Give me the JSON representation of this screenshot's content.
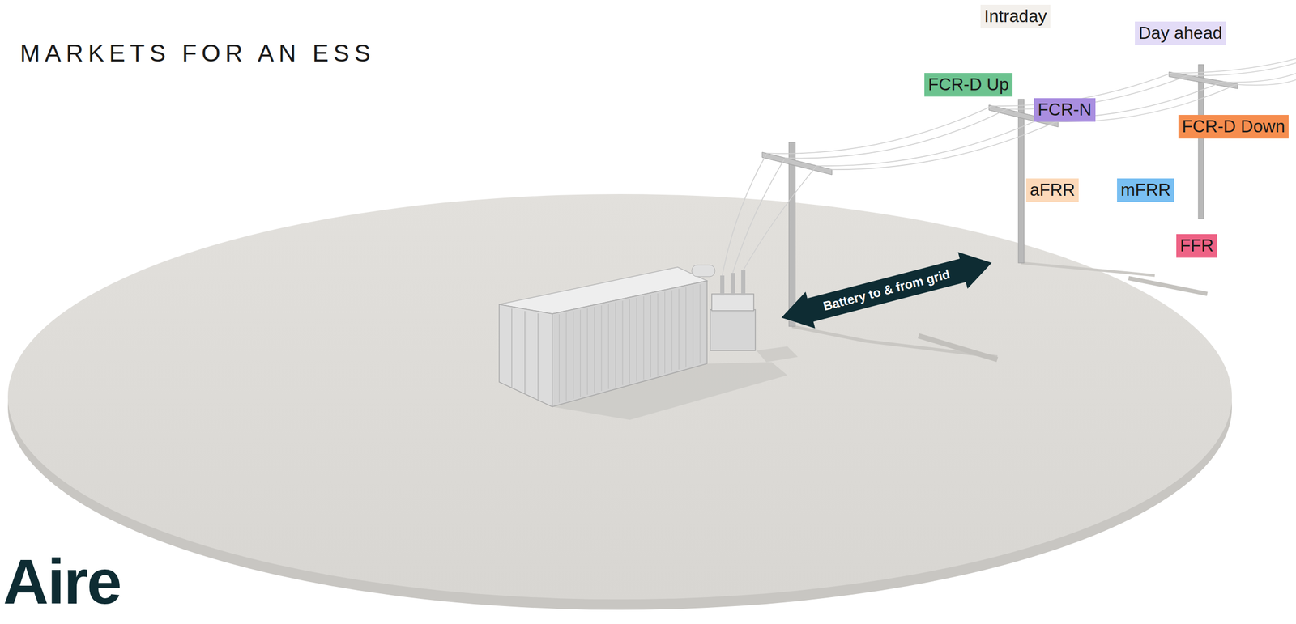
{
  "diagram": {
    "title": "MARKETS FOR AN ESS",
    "nodes": [
      {
        "text": [
          "Intraday"
        ]
      },
      {
        "text": [
          "Day ahead"
        ]
      },
      {
        "text": [
          "FCR-D Up"
        ]
      },
      {
        "text": [
          "FCR-N"
        ]
      },
      {
        "text": [
          "FCR-D Down"
        ]
      },
      {
        "text": [
          "aFRR"
        ]
      },
      {
        "text": [
          "mFRR"
        ]
      },
      {
        "text": [
          "FFR"
        ]
      }
    ],
    "edges": [],
    "labels": [
      "Battery to & from grid",
      "Aire"
    ]
  }
}
